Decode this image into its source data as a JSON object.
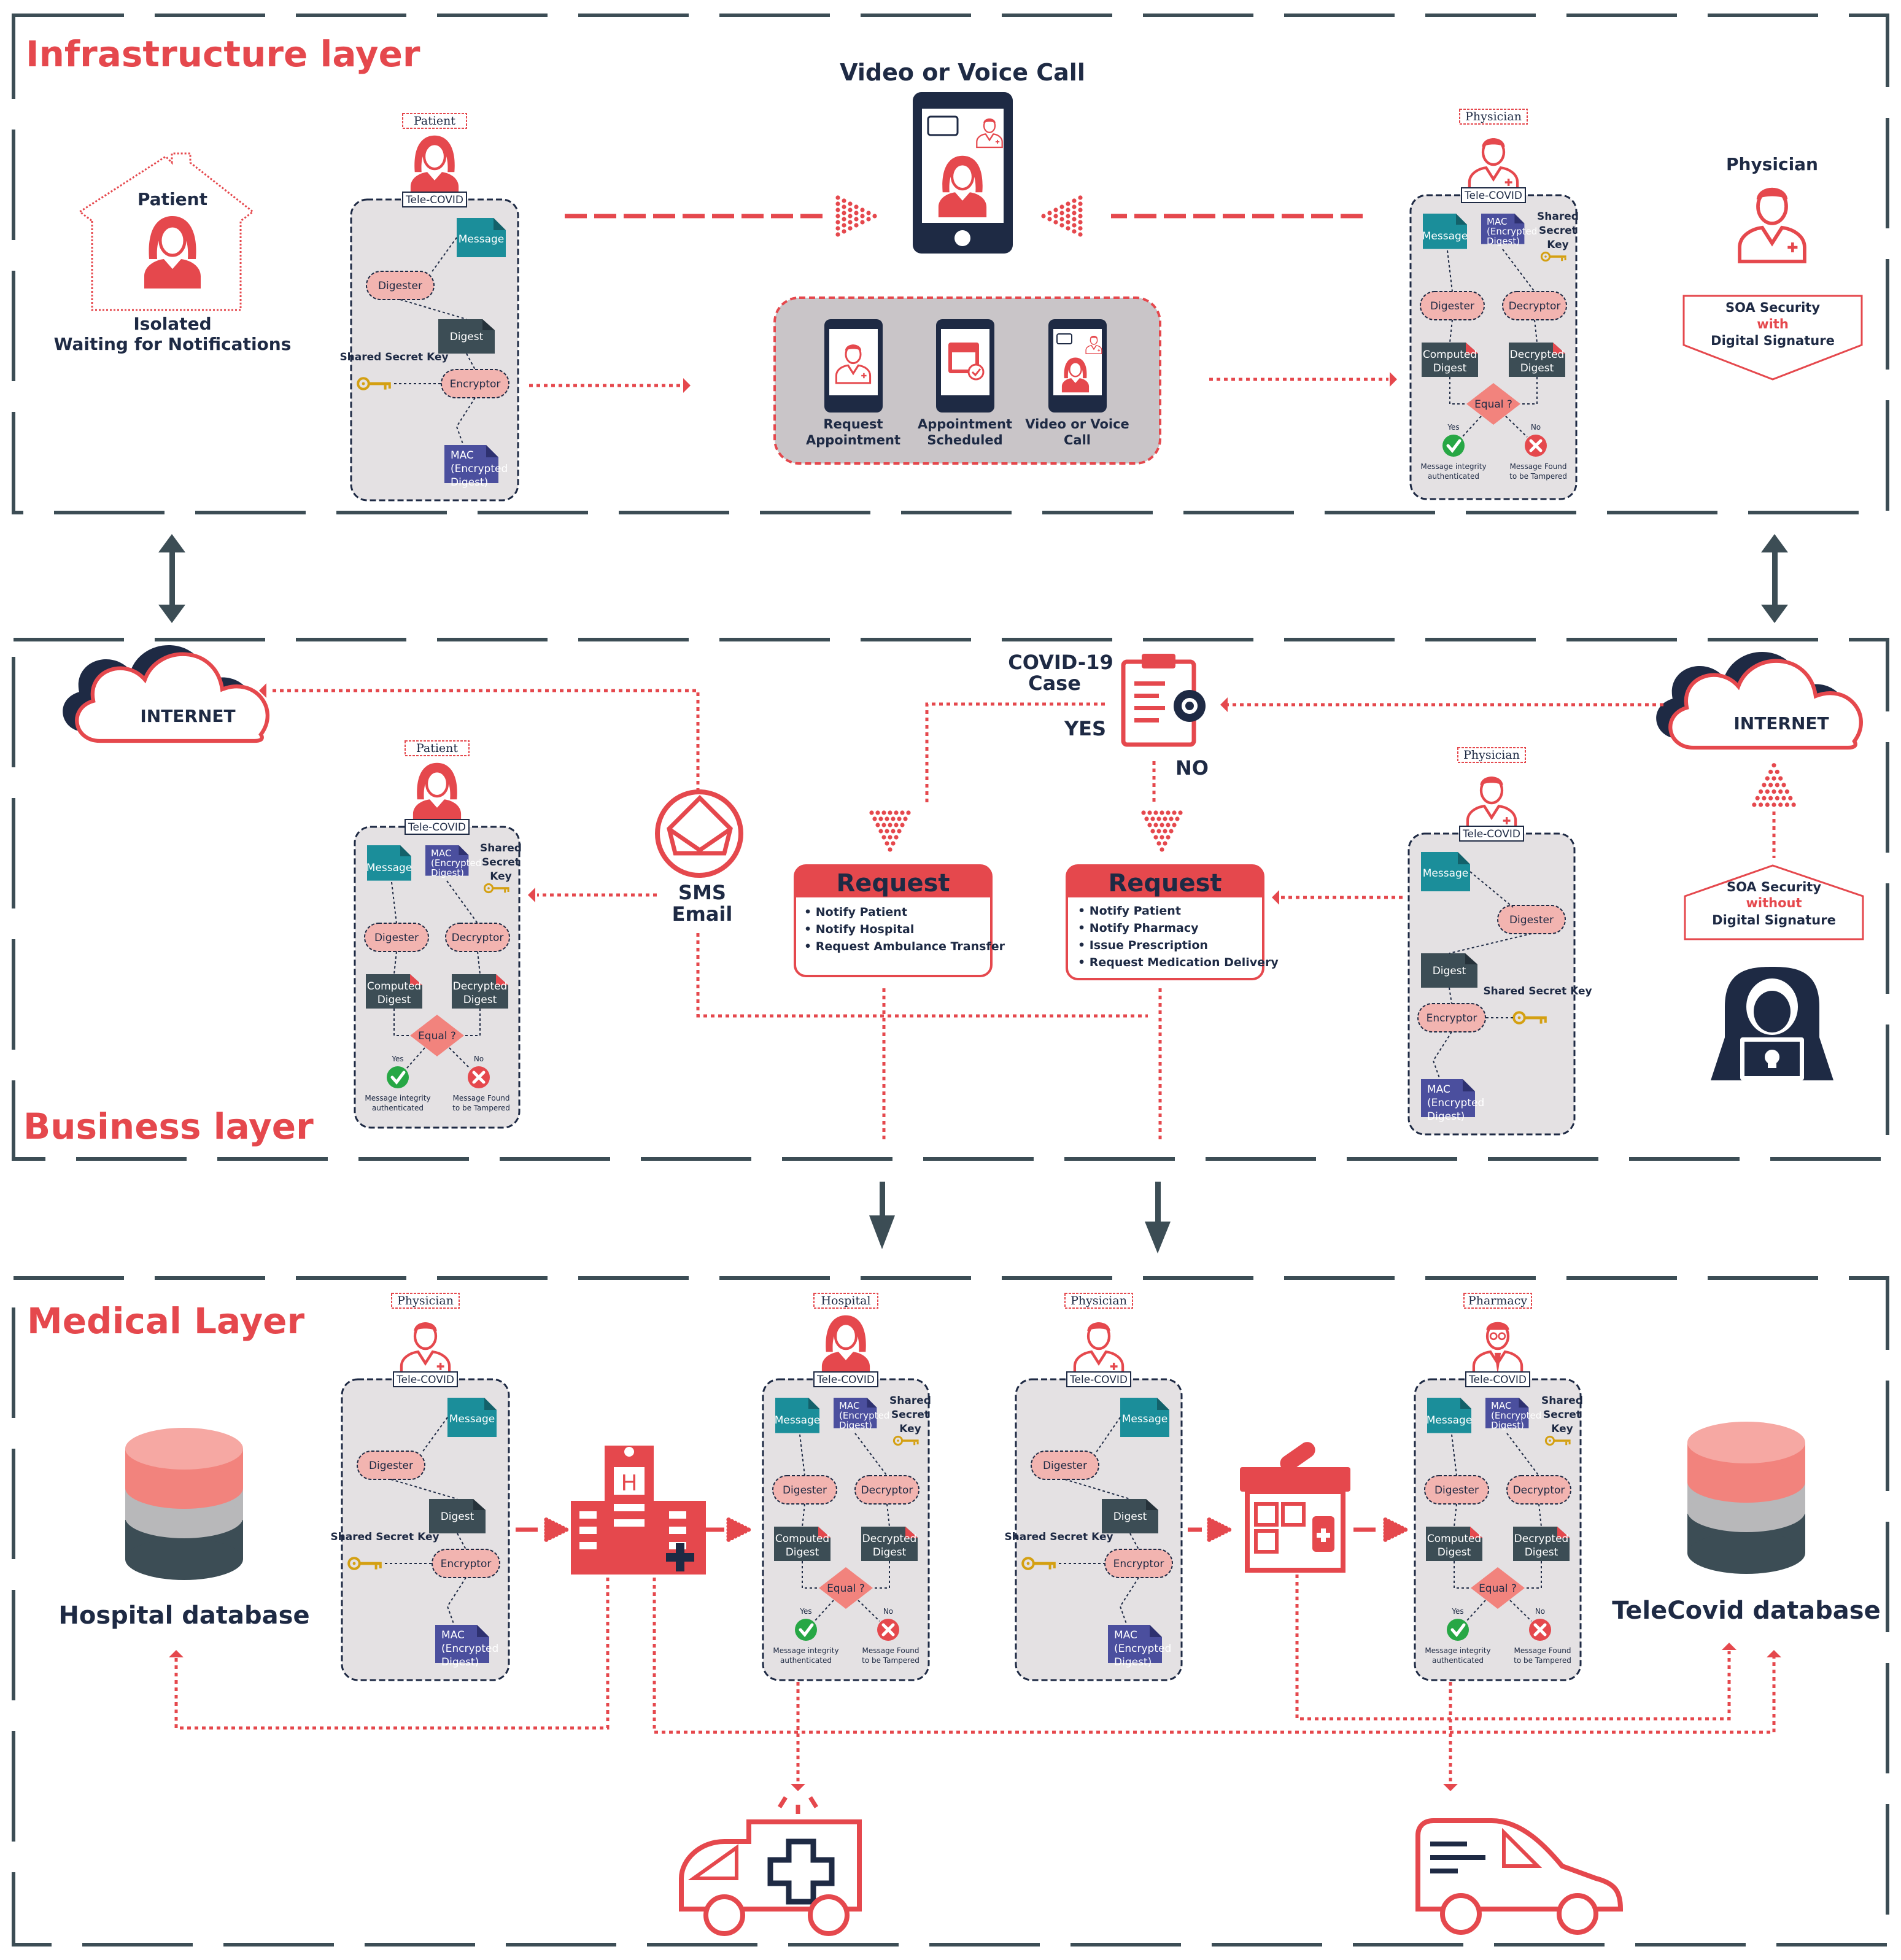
{
  "layers": {
    "infrastructure": "Infrastructure layer",
    "business": "Business layer",
    "medical": "Medical Layer"
  },
  "colors": {
    "accent_red": "#e5484d",
    "dark_slate": "#3c4d55",
    "navy": "#1e2a44",
    "teal": "#1b8e9a",
    "purple": "#4b4f9e",
    "pink": "#f2b4b0",
    "panel_gray": "#e4e1e3"
  },
  "infra": {
    "video_call_title": "Video or Voice Call",
    "home_patient_label": "Patient",
    "home_status_1": "Isolated",
    "home_status_2": "Waiting for Notifications",
    "physician_label": "Physician",
    "soa_line1": "SOA Security",
    "soa_line2": "with",
    "soa_line3": "Digital Signature",
    "apps": [
      {
        "line1": "Request",
        "line2": "Appointment"
      },
      {
        "line1": "Appointment",
        "line2": "Scheduled"
      },
      {
        "line1": "Video or Voice",
        "line2": "Call"
      }
    ]
  },
  "business": {
    "internet": "INTERNET",
    "sms": "SMS",
    "email": "Email",
    "covid_line1": "COVID-19",
    "covid_line2": "Case",
    "yes": "YES",
    "no": "NO",
    "request_yes": {
      "title": "Request",
      "items": [
        "Notify Patient",
        "Notify Hospital",
        "Request Ambulance Transfer"
      ]
    },
    "request_no": {
      "title": "Request",
      "items": [
        "Notify Patient",
        "Notify Pharmacy",
        "Issue Prescription",
        "Request Medication Delivery"
      ]
    },
    "soa_line1": "SOA Security",
    "soa_line2": "without",
    "soa_line3": "Digital Signature"
  },
  "medical": {
    "hospital_db": "Hospital database",
    "telecovid_db": "TeleCovid database"
  },
  "tags": {
    "patient": "Patient",
    "physician": "Physician",
    "hospital": "Hospital",
    "pharmacy": "Pharmacy"
  },
  "module": {
    "app": "Tele-COVID",
    "message": "Message",
    "digester": "Digester",
    "digest": "Digest",
    "shared_secret_key": "Shared Secret Key",
    "shared": "Shared",
    "secret": "Secret",
    "key": "Key",
    "encryptor": "Encryptor",
    "decryptor": "Decryptor",
    "mac": "MAC",
    "encrypted": "(Encrypted",
    "digest_close": "Digest)",
    "computed": "Computed",
    "decrypted": "Decrypted",
    "equal": "Equal ?",
    "yes": "Yes",
    "no": "No",
    "ok_line1": "Message integrity",
    "ok_line2": "authenticated",
    "bad_line1": "Message Found",
    "bad_line2": "to be Tampered"
  }
}
